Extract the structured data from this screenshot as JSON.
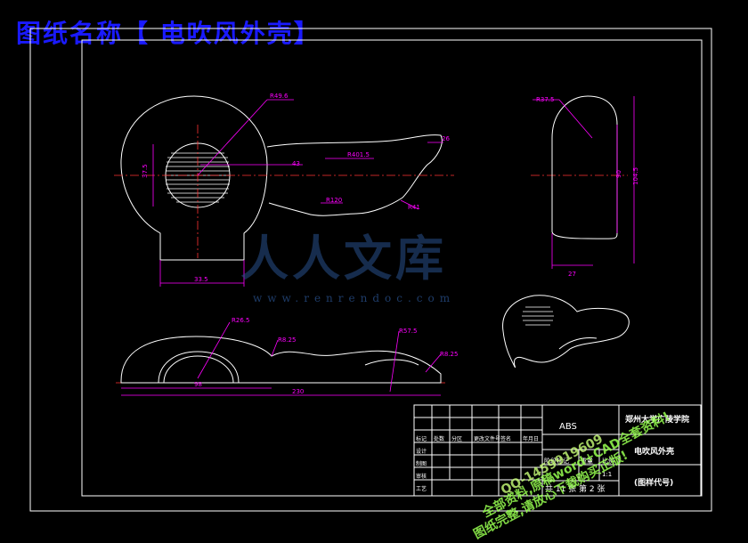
{
  "title": "图纸名称【 电吹风外壳】",
  "watermark": {
    "brand": "人人文库",
    "url": "www.renrendoc.com"
  },
  "dims": {
    "side_radius": "R49.6",
    "side_height": "37.5",
    "side_angle": "43",
    "side_r1": "R401.5",
    "side_r2": "R120",
    "side_r3": "R41",
    "side_tip": "26",
    "side_base": "33.5",
    "end_radius": "R37.5",
    "end_height1": "90",
    "end_height2": "104.5",
    "end_width": "27",
    "top_r1": "R26.5",
    "top_r2": "R8.25",
    "top_r3": "R57.5",
    "top_r4": "R8.25",
    "top_width1": "98",
    "top_width2": "230"
  },
  "title_block": {
    "material": "ABS",
    "school": "郑州大学广陵学院",
    "part_name": "电吹风外壳",
    "drawing_no": "(图样代号)",
    "scale": "1:1",
    "sheet": "共 11 张 第 2 张",
    "weight_label": "重量",
    "scale_label": "比例",
    "stage_label": "阶段标记",
    "rows": [
      "标记",
      "设计",
      "制图",
      "审核",
      "工艺"
    ],
    "cols": [
      "处数",
      "分区",
      "更改文件号",
      "签名",
      "年月日"
    ]
  },
  "promo": {
    "line1": "全部资料,原稿word+CAD全套资料!",
    "line2": "QQ-1459919609",
    "line3": "图纸完整,请放心下载购买正版!"
  }
}
